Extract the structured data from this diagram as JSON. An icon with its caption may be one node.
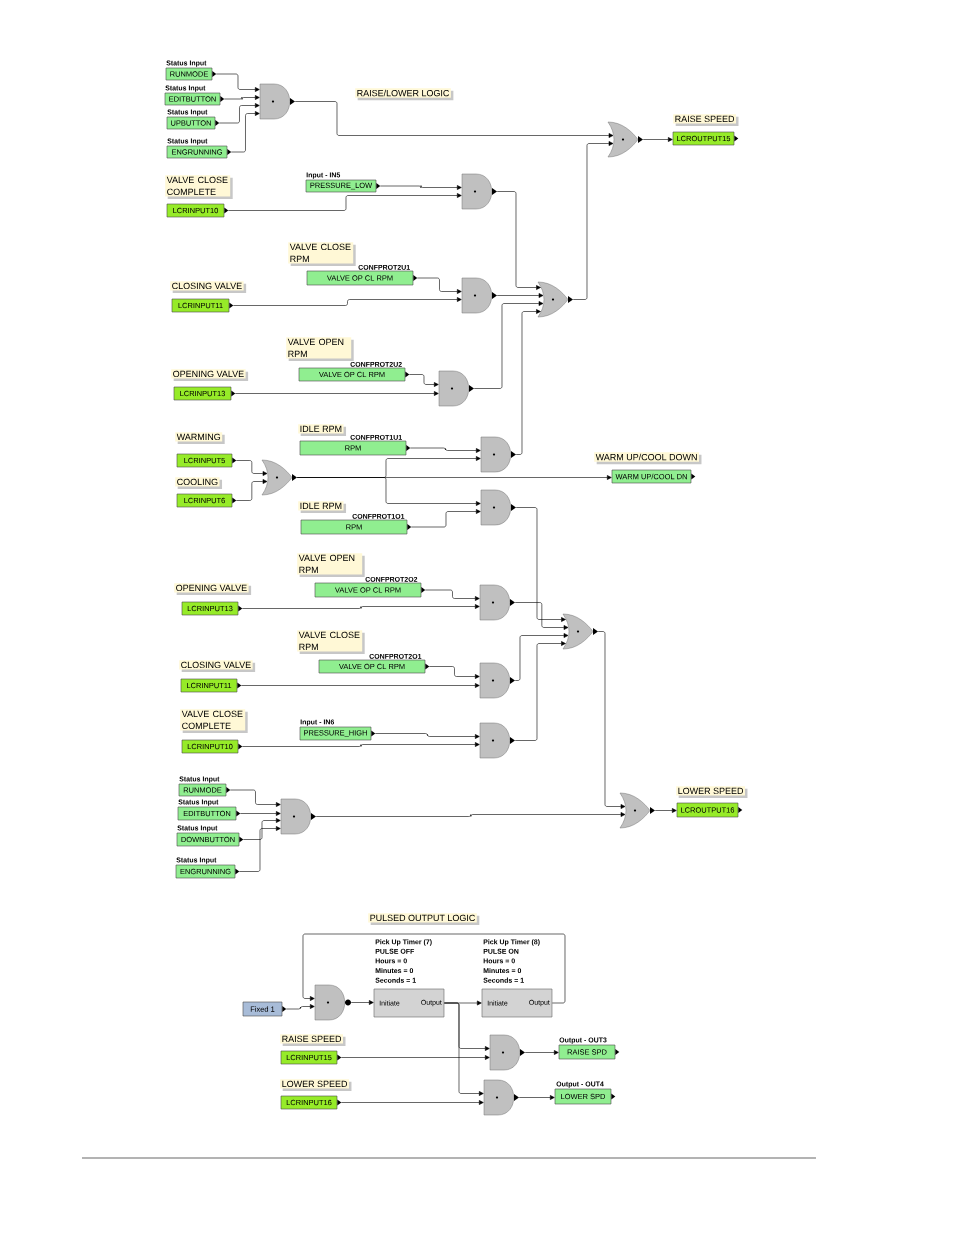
{
  "diagram": {
    "nodes": [
      {
        "text": [
          "RUNMODE"
        ],
        "beside": [
          "Status Input"
        ]
      },
      {
        "text": [
          "EDITBUTTON"
        ],
        "beside": [
          "Status Input"
        ]
      },
      {
        "text": [
          "UPBUTTON"
        ],
        "beside": [
          "Status Input"
        ]
      },
      {
        "text": [
          "ENGRUNNING"
        ],
        "beside": [
          "Status Input"
        ]
      },
      {
        "text": [],
        "shape": "and-gate"
      },
      {
        "text": [],
        "shape": "or-gate"
      },
      {
        "text": [
          "LCROUTPUT15"
        ],
        "beside": [
          "RAISE SPEED"
        ]
      },
      {
        "text": [
          "PRESSURE_LOW"
        ],
        "beside": [
          "Input - IN5"
        ]
      },
      {
        "text": [
          "LCRINPUT10"
        ],
        "beside": [
          "VALVE CLOSE COMPLETE"
        ]
      },
      {
        "text": [],
        "shape": "and-gate"
      },
      {
        "text": [
          "VALVE OP CL RPM"
        ],
        "beside": [
          "VALVE CLOSE RPM",
          "CONFPROT2U1"
        ]
      },
      {
        "text": [
          "LCRINPUT11"
        ],
        "beside": [
          "CLOSING VALVE"
        ]
      },
      {
        "text": [],
        "shape": "and-gate"
      },
      {
        "text": [],
        "shape": "or-gate"
      },
      {
        "text": [
          "VALVE OP CL RPM"
        ],
        "beside": [
          "VALVE OPEN RPM",
          "CONFPROT2U2"
        ]
      },
      {
        "text": [
          "LCRINPUT13"
        ],
        "beside": [
          "OPENING VALVE"
        ]
      },
      {
        "text": [],
        "shape": "and-gate"
      },
      {
        "text": [
          "RPM"
        ],
        "beside": [
          "IDLE RPM",
          "CONFPROT1U1"
        ]
      },
      {
        "text": [
          "LCRINPUT5"
        ],
        "beside": [
          "WARMING"
        ]
      },
      {
        "text": [
          "LCRINPUT6"
        ],
        "beside": [
          "COOLING"
        ]
      },
      {
        "text": [],
        "shape": "or-gate"
      },
      {
        "text": [],
        "shape": "and-gate"
      },
      {
        "text": [
          "WARM UP/COOL DN"
        ],
        "beside": [
          "WARM UP/COOL DOWN"
        ]
      },
      {
        "text": [
          "RPM"
        ],
        "beside": [
          "IDLE RPM",
          "CONFPROT1O1"
        ]
      },
      {
        "text": [],
        "shape": "and-gate"
      },
      {
        "text": [
          "VALVE OP CL RPM"
        ],
        "beside": [
          "VALVE OPEN RPM",
          "CONFPROT2O2"
        ]
      },
      {
        "text": [
          "LCRINPUT13"
        ],
        "beside": [
          "OPENING VALVE"
        ]
      },
      {
        "text": [],
        "shape": "and-gate"
      },
      {
        "text": [],
        "shape": "or-gate"
      },
      {
        "text": [
          "VALVE OP CL RPM"
        ],
        "beside": [
          "VALVE CLOSE RPM",
          "CONFPROT2O1"
        ]
      },
      {
        "text": [
          "LCRINPUT11"
        ],
        "beside": [
          "CLOSING VALVE"
        ]
      },
      {
        "text": [],
        "shape": "and-gate"
      },
      {
        "text": [
          "PRESSURE_HIGH"
        ],
        "beside": [
          "Input - IN6"
        ]
      },
      {
        "text": [
          "LCRINPUT10"
        ],
        "beside": [
          "VALVE CLOSE COMPLETE"
        ]
      },
      {
        "text": [],
        "shape": "and-gate"
      },
      {
        "text": [
          "RUNMODE"
        ],
        "beside": [
          "Status Input"
        ]
      },
      {
        "text": [
          "EDITBUTTON"
        ],
        "beside": [
          "Status Input"
        ]
      },
      {
        "text": [
          "DOWNBUTTON"
        ],
        "beside": [
          "Status Input"
        ]
      },
      {
        "text": [
          "ENGRUNNING"
        ],
        "beside": [
          "Status Input"
        ]
      },
      {
        "text": [],
        "shape": "and-gate"
      },
      {
        "text": [],
        "shape": "or-gate"
      },
      {
        "text": [
          "LCROUTPUT16"
        ],
        "beside": [
          "LOWER SPEED"
        ]
      },
      {
        "text": [
          "Fixed 1"
        ]
      },
      {
        "text": [],
        "shape": "nand-gate"
      },
      {
        "text": [
          "Pick Up Timer (7)",
          "PULSE OFF",
          "Hours = 0",
          "Minutes = 0",
          "Seconds = 1",
          "Initiate",
          "Output"
        ]
      },
      {
        "text": [
          "Pick Up Timer (8)",
          "PULSE ON",
          "Hours = 0",
          "Minutes = 0",
          "Seconds = 1",
          "Initiate",
          "Output"
        ]
      },
      {
        "text": [
          "LCRINPUT15"
        ],
        "beside": [
          "RAISE SPEED"
        ]
      },
      {
        "text": [],
        "shape": "and-gate"
      },
      {
        "text": [
          "RAISE SPD"
        ],
        "beside": [
          "Output - OUT3"
        ]
      },
      {
        "text": [
          "LCRINPUT16"
        ],
        "beside": [
          "LOWER SPEED"
        ]
      },
      {
        "text": [],
        "shape": "and-gate"
      },
      {
        "text": [
          "LOWER SPD"
        ],
        "beside": [
          "Output - OUT4"
        ]
      }
    ],
    "edges": [
      {
        "from": 0,
        "to": 4,
        "arrow": "to"
      },
      {
        "from": 1,
        "to": 4,
        "arrow": "to"
      },
      {
        "from": 2,
        "to": 4,
        "arrow": "to"
      },
      {
        "from": 3,
        "to": 4,
        "arrow": "to"
      },
      {
        "from": 4,
        "to": 5,
        "arrow": "to"
      },
      {
        "from": 13,
        "to": 5,
        "arrow": "to"
      },
      {
        "from": 5,
        "to": 6,
        "arrow": "to"
      },
      {
        "from": 7,
        "to": 9,
        "arrow": "to"
      },
      {
        "from": 8,
        "to": 9,
        "arrow": "to"
      },
      {
        "from": 10,
        "to": 12,
        "arrow": "to"
      },
      {
        "from": 11,
        "to": 12,
        "arrow": "to"
      },
      {
        "from": 9,
        "to": 13,
        "arrow": "to"
      },
      {
        "from": 12,
        "to": 13,
        "arrow": "to"
      },
      {
        "from": 16,
        "to": 13,
        "arrow": "to"
      },
      {
        "from": 21,
        "to": 13,
        "arrow": "to"
      },
      {
        "from": 14,
        "to": 16,
        "arrow": "to"
      },
      {
        "from": 15,
        "to": 16,
        "arrow": "to"
      },
      {
        "from": 17,
        "to": 21,
        "arrow": "to"
      },
      {
        "from": 20,
        "to": 21,
        "arrow": "to"
      },
      {
        "from": 18,
        "to": 20,
        "arrow": "to"
      },
      {
        "from": 19,
        "to": 20,
        "arrow": "to"
      },
      {
        "from": 20,
        "to": 22,
        "arrow": "to"
      },
      {
        "from": 20,
        "to": 24,
        "arrow": "to"
      },
      {
        "from": 23,
        "to": 24,
        "arrow": "to"
      },
      {
        "from": 24,
        "to": 28,
        "arrow": "to"
      },
      {
        "from": 27,
        "to": 28,
        "arrow": "to"
      },
      {
        "from": 31,
        "to": 28,
        "arrow": "to"
      },
      {
        "from": 34,
        "to": 28,
        "arrow": "to"
      },
      {
        "from": 25,
        "to": 27,
        "arrow": "to"
      },
      {
        "from": 26,
        "to": 27,
        "arrow": "to"
      },
      {
        "from": 29,
        "to": 31,
        "arrow": "to"
      },
      {
        "from": 30,
        "to": 31,
        "arrow": "to"
      },
      {
        "from": 32,
        "to": 34,
        "arrow": "to"
      },
      {
        "from": 33,
        "to": 34,
        "arrow": "to"
      },
      {
        "from": 28,
        "to": 40,
        "arrow": "to"
      },
      {
        "from": 35,
        "to": 39,
        "arrow": "to"
      },
      {
        "from": 36,
        "to": 39,
        "arrow": "to"
      },
      {
        "from": 37,
        "to": 39,
        "arrow": "to"
      },
      {
        "from": 38,
        "to": 39,
        "arrow": "to"
      },
      {
        "from": 39,
        "to": 40,
        "arrow": "to"
      },
      {
        "from": 40,
        "to": 41,
        "arrow": "to"
      },
      {
        "from": 45,
        "to": 43,
        "arrow": "to"
      },
      {
        "from": 42,
        "to": 43,
        "arrow": "to"
      },
      {
        "from": 43,
        "to": 44,
        "arrow": "to"
      },
      {
        "from": 44,
        "to": 45,
        "arrow": "to"
      },
      {
        "from": 44,
        "to": 47,
        "arrow": "to"
      },
      {
        "from": 46,
        "to": 47,
        "arrow": "to"
      },
      {
        "from": 44,
        "to": 50,
        "arrow": "to"
      },
      {
        "from": 49,
        "to": 50,
        "arrow": "to"
      },
      {
        "from": 47,
        "to": 48,
        "arrow": "to"
      },
      {
        "from": 50,
        "to": 51,
        "arrow": "to"
      }
    ],
    "labels": [
      "RAISE/LOWER LOGIC",
      "PULSED OUTPUT LOGIC"
    ]
  }
}
